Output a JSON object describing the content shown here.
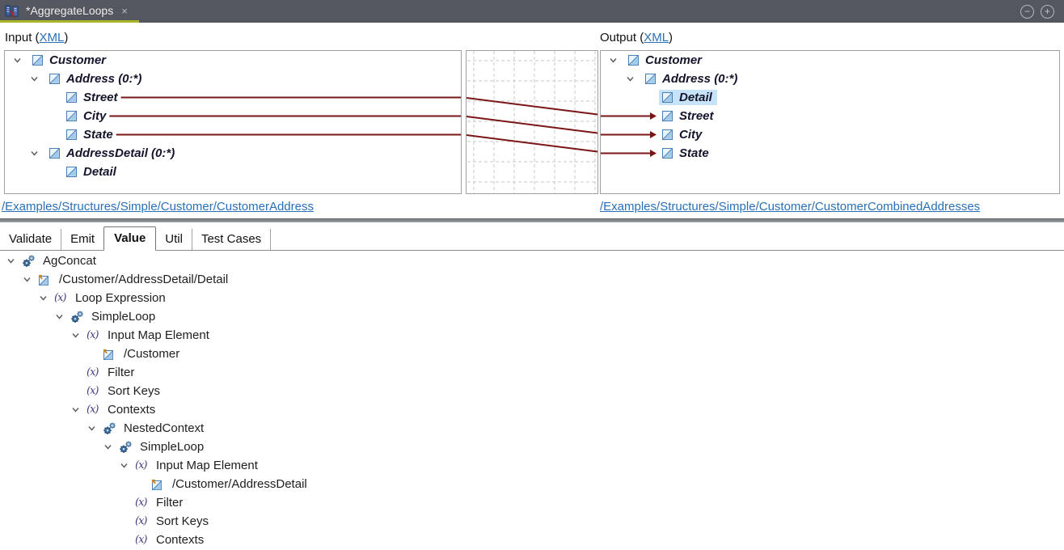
{
  "titlebar": {
    "tab_title": "*AggregateLoops",
    "close_glyph": "×",
    "zoom_out_glyph": "−",
    "zoom_in_glyph": "+"
  },
  "colors": {
    "map_line": "#7b1518",
    "link": "#2970b8",
    "selection": "#c7e3f7",
    "tab_underline": "#a9b629",
    "titlebar_bg": "#54575f",
    "grid_line": "#c9c9c9"
  },
  "input_panel": {
    "header_label": "Input",
    "paren_open": " (",
    "xml_link_label": "XML",
    "paren_close": ")",
    "path_link": "/Examples/Structures/Simple/Customer/CustomerAddress",
    "tree": [
      {
        "depth": 0,
        "label": "Customer",
        "chevron": true
      },
      {
        "depth": 1,
        "label": "Address (0:*)",
        "chevron": true
      },
      {
        "depth": 2,
        "label": "Street",
        "chevron": false
      },
      {
        "depth": 2,
        "label": "City",
        "chevron": false
      },
      {
        "depth": 2,
        "label": "State",
        "chevron": false
      },
      {
        "depth": 1,
        "label": "AddressDetail (0:*)",
        "chevron": true
      },
      {
        "depth": 2,
        "label": "Detail",
        "chevron": false
      }
    ]
  },
  "output_panel": {
    "header_label": "Output",
    "paren_open": " (",
    "xml_link_label": "XML",
    "paren_close": ")",
    "path_link": "/Examples/Structures/Simple/Customer/CustomerCombinedAddresses",
    "tree": [
      {
        "depth": 0,
        "label": "Customer",
        "chevron": true
      },
      {
        "depth": 1,
        "label": "Address (0:*)",
        "chevron": true
      },
      {
        "depth": 2,
        "label": "Detail",
        "chevron": false,
        "selected": true
      },
      {
        "depth": 2,
        "label": "Street",
        "chevron": false,
        "arrow": true
      },
      {
        "depth": 2,
        "label": "City",
        "chevron": false,
        "arrow": true
      },
      {
        "depth": 2,
        "label": "State",
        "chevron": false,
        "arrow": true
      }
    ]
  },
  "connections": [
    {
      "from": "Street",
      "to": "Street"
    },
    {
      "from": "City",
      "to": "City"
    },
    {
      "from": "State",
      "to": "State"
    }
  ],
  "bottom_panel": {
    "fx_glyph": "(x)",
    "tabs": [
      {
        "label": "Validate",
        "active": false
      },
      {
        "label": "Emit",
        "active": false
      },
      {
        "label": "Value",
        "active": true
      },
      {
        "label": "Util",
        "active": false
      },
      {
        "label": "Test Cases",
        "active": false
      }
    ],
    "tree": [
      {
        "depth": 0,
        "icon": "gears",
        "label": "AgConcat",
        "chevron": true
      },
      {
        "depth": 1,
        "icon": "element-arrow",
        "label": "/Customer/AddressDetail/Detail",
        "chevron": true
      },
      {
        "depth": 2,
        "icon": "fx",
        "label": "Loop Expression",
        "chevron": true
      },
      {
        "depth": 3,
        "icon": "gears",
        "label": "SimpleLoop",
        "chevron": true
      },
      {
        "depth": 4,
        "icon": "fx",
        "label": "Input Map Element",
        "chevron": true
      },
      {
        "depth": 5,
        "icon": "element-arrow",
        "label": "/Customer",
        "chevron": false
      },
      {
        "depth": 4,
        "icon": "fx",
        "label": "Filter",
        "chevron": false
      },
      {
        "depth": 4,
        "icon": "fx",
        "label": "Sort Keys",
        "chevron": false
      },
      {
        "depth": 4,
        "icon": "fx",
        "label": "Contexts",
        "chevron": true
      },
      {
        "depth": 5,
        "icon": "gears",
        "label": "NestedContext",
        "chevron": true
      },
      {
        "depth": 6,
        "icon": "gears",
        "label": "SimpleLoop",
        "chevron": true
      },
      {
        "depth": 7,
        "icon": "fx",
        "label": "Input Map Element",
        "chevron": true
      },
      {
        "depth": 8,
        "icon": "element-arrow",
        "label": "/Customer/AddressDetail",
        "chevron": false
      },
      {
        "depth": 7,
        "icon": "fx",
        "label": "Filter",
        "chevron": false
      },
      {
        "depth": 7,
        "icon": "fx",
        "label": "Sort Keys",
        "chevron": false
      },
      {
        "depth": 7,
        "icon": "fx",
        "label": "Contexts",
        "chevron": false
      }
    ]
  }
}
